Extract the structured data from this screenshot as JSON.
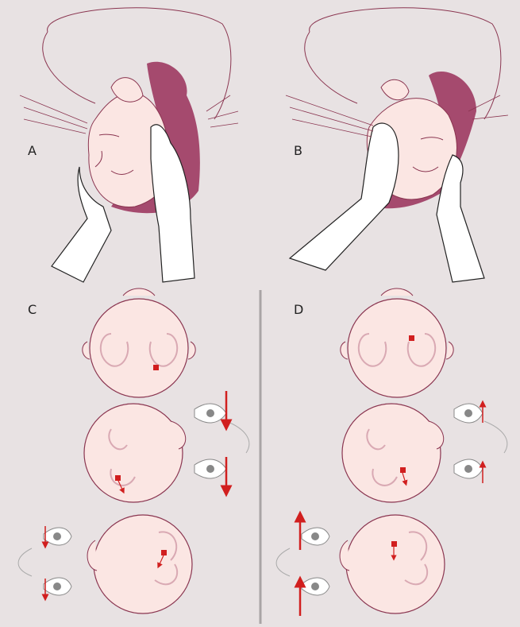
{
  "panels": {
    "a": {
      "label": "A"
    },
    "b": {
      "label": "B"
    },
    "c": {
      "label": "C"
    },
    "d": {
      "label": "D"
    }
  },
  "colors": {
    "background": "#e8e2e3",
    "skin": "#fbe6e3",
    "outline": "#8a3550",
    "hair": "#a54a6e",
    "arrow": "#d11f1f",
    "eye_iris": "#888888",
    "divider": "#a9a4a5"
  }
}
